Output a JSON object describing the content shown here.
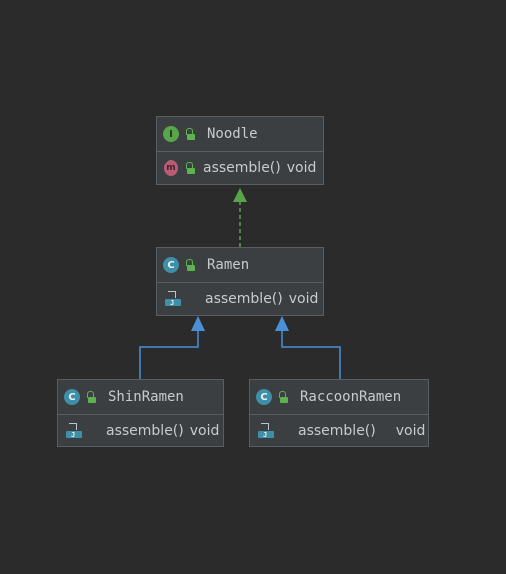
{
  "diagram": {
    "nodes": [
      {
        "id": "noodle",
        "kind": "interface",
        "kind_letter": "I",
        "name": "Noodle",
        "members": [
          {
            "icon": "abstract-method-icon",
            "name": "assemble()",
            "type": "void"
          }
        ]
      },
      {
        "id": "ramen",
        "kind": "class",
        "kind_letter": "C",
        "name": "Ramen",
        "members": [
          {
            "icon": "implemented-method-icon",
            "name": "assemble()",
            "type": "void"
          }
        ]
      },
      {
        "id": "shinramen",
        "kind": "class",
        "kind_letter": "C",
        "name": "ShinRamen",
        "members": [
          {
            "icon": "implemented-method-icon",
            "name": "assemble()",
            "type": "void"
          }
        ]
      },
      {
        "id": "raccoonramen",
        "kind": "class",
        "kind_letter": "C",
        "name": "RaccoonRamen",
        "members": [
          {
            "icon": "implemented-method-icon",
            "name": "assemble()",
            "type": "void"
          }
        ]
      }
    ],
    "edges": [
      {
        "from": "ramen",
        "to": "noodle",
        "relation": "realization",
        "color": "#59a54b"
      },
      {
        "from": "shinramen",
        "to": "ramen",
        "relation": "generalization",
        "color": "#4a90d9"
      },
      {
        "from": "raccoonramen",
        "to": "ramen",
        "relation": "generalization",
        "color": "#4a90d9"
      }
    ],
    "colors": {
      "background": "#2b2b2b",
      "node_fill": "#3c3f41",
      "node_border": "#5b5e60",
      "text": "#c8cace",
      "interface_icon": "#59a54b",
      "class_icon": "#3f8fa8",
      "public_lock": "#5fb34f",
      "abstract_method": "#b65d74"
    }
  }
}
